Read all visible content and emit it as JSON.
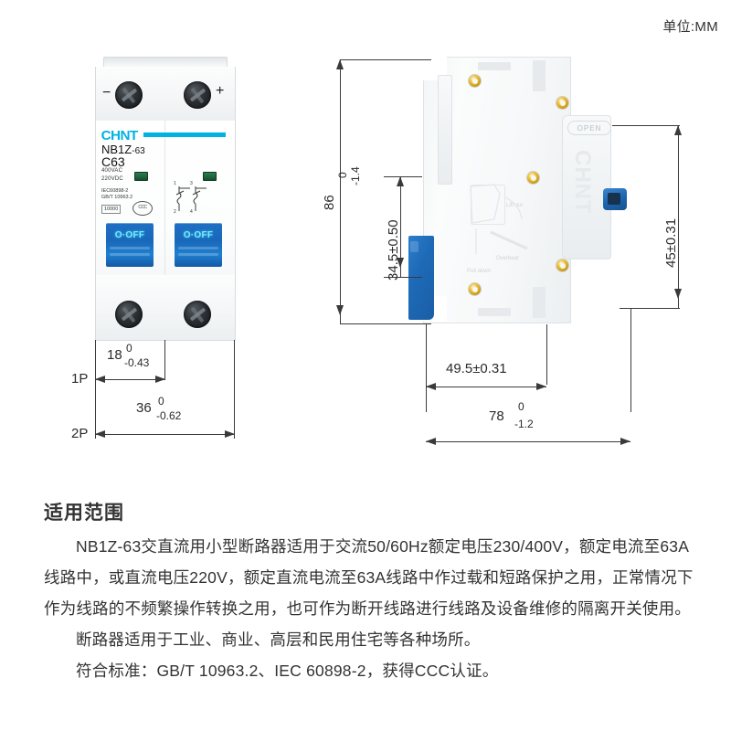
{
  "unit_note": "单位:MM",
  "front_view": {
    "pole_minus": "−",
    "pole_plus": "+",
    "brand": "CHNT",
    "model_main": "NB1Z",
    "model_suffix": "-63",
    "rating": "C63",
    "voltage_ac": "400VAC",
    "voltage_dc": "220VDC",
    "standard_iec": "IEC60898-2",
    "standard_gb": "GB/T 10963.2",
    "breaking_capacity": "10000",
    "cert_mark": "CCC",
    "toggle_label": "O·OFF",
    "wire_terminals": {
      "top_left": "1",
      "top_right": "3",
      "bottom_left": "2",
      "bottom_right": "4"
    }
  },
  "dimensions": {
    "width_1p": {
      "value": "18",
      "tol_upper": "0",
      "tol_lower": "-0.43",
      "pole": "1P"
    },
    "width_2p": {
      "value": "36",
      "tol_upper": "0",
      "tol_lower": "-0.62",
      "pole": "2P"
    },
    "height_total": {
      "value": "86",
      "tol_upper": "0",
      "tol_lower": "-1.4"
    },
    "din_height": {
      "value": "34.5±0.50"
    },
    "depth_front": {
      "value": "45±0.31"
    },
    "depth_mid": {
      "value": "49.5±0.31"
    },
    "depth_total": {
      "value": "78",
      "tol_upper": "0",
      "tol_lower": "-1.2"
    }
  },
  "side_view": {
    "open_label": "OPEN",
    "ghost_brand": "CHNT",
    "mech_text_1": "Lift out",
    "mech_text_2": "Overbear",
    "mech_text_3": "Pull down"
  },
  "content": {
    "section_title": "适用范围",
    "paragraph_1": "NB1Z-63交直流用小型断路器适用于交流50/60Hz额定电压230/400V，额定电流至63A线路中，或直流电压220V，额定直流电流至63A线路中作过载和短路保护之用，正常情况下作为线路的不频繁操作转换之用，也可作为断开线路进行线路及设备维修的隔离开关使用。",
    "paragraph_2": "断路器适用于工业、商业、高层和民用住宅等各种场所。",
    "paragraph_3": "符合标准：GB/T 10963.2、IEC 60898-2，获得CCC认证。"
  },
  "colors": {
    "brand_cyan": "#00b2e3",
    "toggle_blue": "#1d6fc0",
    "led_green": "#2f7d4f",
    "dim_line": "#3a3a3a",
    "body_text": "#333333"
  }
}
